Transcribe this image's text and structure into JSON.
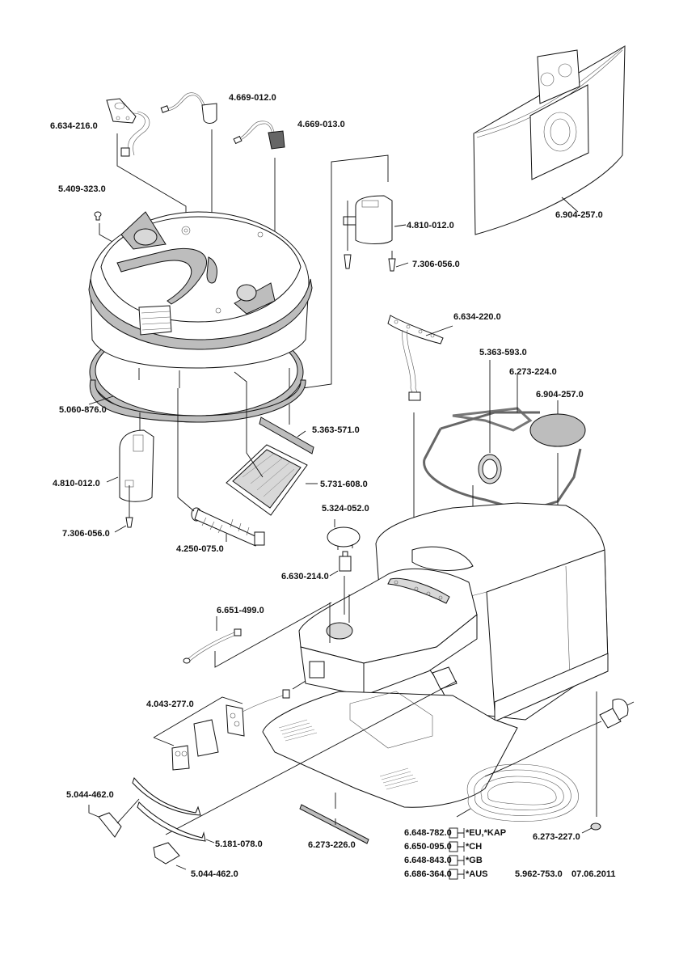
{
  "diagram": {
    "type": "exploded-parts-diagram",
    "labels": {
      "p_6634216": "6.634-216.0",
      "p_4669012": "4.669-012.0",
      "p_4669013": "4.669-013.0",
      "p_5409323": "5.409-323.0",
      "p_4810012_top": "4.810-012.0",
      "p_7306056_top": "7.306-056.0",
      "p_6904257_bag": "6.904-257.0",
      "p_6634220": "6.634-220.0",
      "p_5363593": "5.363-593.0",
      "p_6273224": "6.273-224.0",
      "p_6904257_filter": "6.904-257.0",
      "p_5060876": "5.060-876.0",
      "p_5363571": "5.363-571.0",
      "p_5731608": "5.731-608.0",
      "p_4810012_left": "4.810-012.0",
      "p_7306056_left": "7.306-056.0",
      "p_4250075": "4.250-075.0",
      "p_5324052": "5.324-052.0",
      "p_6630214": "6.630-214.0",
      "p_6651499": "6.651-499.0",
      "p_4043277": "4.043-277.0",
      "p_5044462_a": "5.044-462.0",
      "p_5181078": "5.181-078.0",
      "p_5044462_b": "5.044-462.0",
      "p_6273226": "6.273-226.0",
      "p_6273227": "6.273-227.0"
    },
    "cord_variants": [
      {
        "part": "6.648-782.0",
        "region": "*EU,*KAP"
      },
      {
        "part": "6.650-095.0",
        "region": "*CH"
      },
      {
        "part": "6.648-843.0",
        "region": "*GB"
      },
      {
        "part": "6.686-364.0",
        "region": "*AUS"
      }
    ],
    "footer": {
      "drawing_number": "5.962-753.0",
      "date": "07.06.2011"
    }
  }
}
